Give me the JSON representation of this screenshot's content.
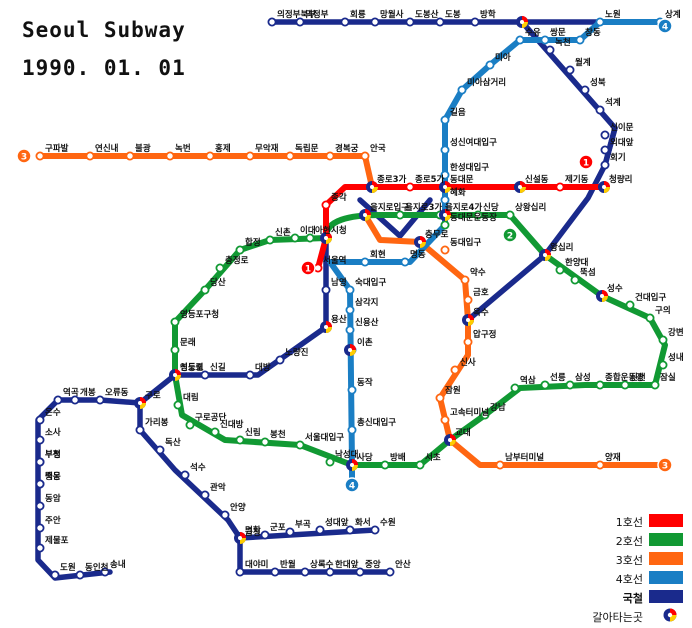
{
  "header": {
    "title": "Seoul Subway",
    "date": "1990. 01. 01"
  },
  "legend": [
    {
      "label": "1호선",
      "color": "#ff0000"
    },
    {
      "label": "2호선",
      "color": "#119933"
    },
    {
      "label": "3호선",
      "color": "#ff6611"
    },
    {
      "label": "4호선",
      "color": "#1a7ec4"
    },
    {
      "label": "국철",
      "color": "#1a2a8c"
    },
    {
      "label": "갈아타는곳",
      "icon": "transfer-icon"
    }
  ],
  "line_badges": [
    {
      "line": "1",
      "color": "#ff0000"
    },
    {
      "line": "1",
      "color": "#ff0000"
    },
    {
      "line": "2",
      "color": "#119933"
    },
    {
      "line": "3",
      "color": "#ff6611"
    },
    {
      "line": "3",
      "color": "#ff6611"
    },
    {
      "line": "4",
      "color": "#1a7ec4"
    },
    {
      "line": "4",
      "color": "#1a7ec4"
    }
  ],
  "stations": {
    "line1": [
      "종각",
      "종로3가",
      "종로5가",
      "동대문",
      "신설동",
      "제기동",
      "청량리",
      "시청",
      "서울역"
    ],
    "line2": [
      "을지로입구",
      "을지로3가",
      "을지로4가",
      "동대문운동장",
      "신당",
      "상왕십리",
      "왕십리",
      "한양대",
      "뚝섬",
      "성수",
      "건대입구",
      "구의",
      "강변",
      "성내",
      "잠실",
      "신천",
      "종합운동장",
      "삼성",
      "선릉",
      "역삼",
      "강남",
      "교대",
      "서초",
      "방배",
      "사당",
      "낙성대",
      "서울대입구",
      "봉천",
      "신림",
      "신대방",
      "구로공단",
      "대림",
      "신도림",
      "문래",
      "영등포구청",
      "당산",
      "합정",
      "신촌",
      "이대",
      "아현",
      "충정로",
      "홍대입구"
    ],
    "line3": [
      "구파발",
      "연신내",
      "불광",
      "녹번",
      "홍제",
      "무악재",
      "독립문",
      "경복궁",
      "안국",
      "충무로",
      "동대입구",
      "약수",
      "금호",
      "옥수",
      "압구정",
      "신사",
      "잠원",
      "고속터미널",
      "남부터미널",
      "양재"
    ],
    "line4": [
      "상계",
      "노원",
      "창동",
      "쌍문",
      "수유",
      "미아",
      "미아삼거리",
      "길음",
      "성신여대입구",
      "한성대입구",
      "혜화",
      "명동",
      "회현",
      "숙대입구",
      "삼각지",
      "신용산",
      "이촌",
      "동작",
      "총신대입구"
    ],
    "korail": [
      "의정부북부",
      "의정부",
      "회룡",
      "망월사",
      "도봉산",
      "도봉",
      "방학",
      "녹천",
      "월계",
      "성북",
      "석계",
      "신이문",
      "외대앞",
      "회기",
      "남영",
      "용산",
      "노량진",
      "대방",
      "신길",
      "영등포",
      "구로",
      "가리봉",
      "독산",
      "석수",
      "관악",
      "안양",
      "명학",
      "금정",
      "군포",
      "부곡",
      "성대앞",
      "화서",
      "수원",
      "대야미",
      "반월",
      "상록수",
      "한대앞",
      "중앙",
      "안산",
      "오류동",
      "개봉",
      "역곡",
      "소사",
      "부평",
      "백운",
      "동암",
      "주안",
      "제물포",
      "도원",
      "동인천",
      "송내",
      "중동",
      "부천",
      "온수"
    ]
  }
}
